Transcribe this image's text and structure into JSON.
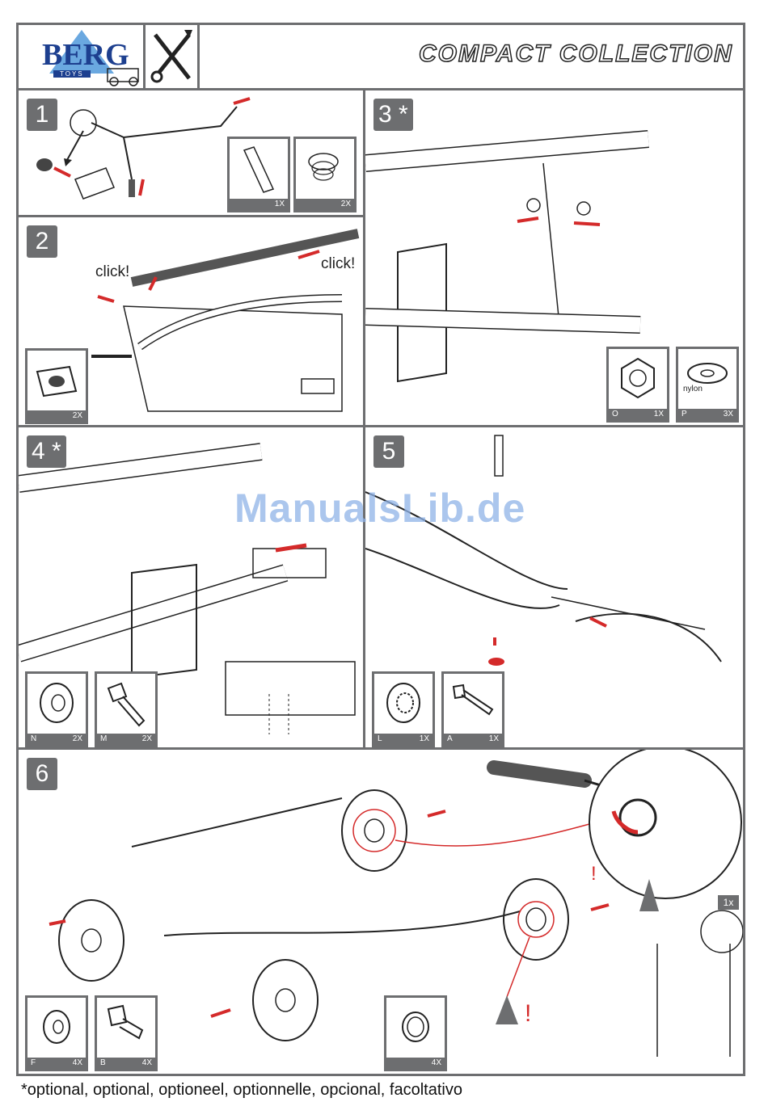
{
  "header": {
    "logo_text": "BERG",
    "logo_sub": "TOYS",
    "title": "COMPACT COLLECTION",
    "logo_colors": {
      "blue": "#1d3f8f",
      "sky": "#6aa8e0"
    }
  },
  "steps": [
    {
      "num": "1",
      "parts": [
        {
          "label": "",
          "qty": "1X",
          "icon": "tube-icon"
        },
        {
          "label": "",
          "qty": "2X",
          "icon": "end-cap-icon"
        }
      ]
    },
    {
      "num": "2",
      "clicks": [
        "click!",
        "click!"
      ],
      "parts": [
        {
          "label": "",
          "qty": "2X",
          "icon": "clip-icon"
        }
      ]
    },
    {
      "num": "3 *",
      "parts": [
        {
          "label": "O",
          "qty": "1X",
          "icon": "nut-icon"
        },
        {
          "label": "P",
          "qty": "3X",
          "icon": "washer-icon",
          "note": "nylon"
        }
      ]
    },
    {
      "num": "4 *",
      "parts": [
        {
          "label": "N",
          "qty": "2X",
          "icon": "washer-icon"
        },
        {
          "label": "M",
          "qty": "2X",
          "icon": "bolt-icon"
        }
      ]
    },
    {
      "num": "5",
      "parts": [
        {
          "label": "L",
          "qty": "1X",
          "icon": "lock-washer-icon"
        },
        {
          "label": "A",
          "qty": "1X",
          "icon": "bolt-icon"
        }
      ]
    },
    {
      "num": "6",
      "parts": [
        {
          "label": "F",
          "qty": "4X",
          "icon": "washer-icon"
        },
        {
          "label": "B",
          "qty": "4X",
          "icon": "bolt-icon"
        },
        {
          "label": "",
          "qty": "4X",
          "icon": "cap-nut-icon"
        }
      ],
      "callout_qty": "1x",
      "warning": "!"
    }
  ],
  "watermark": "ManualsLib.de",
  "footer": "*optional, optional, optioneel, optionnelle, opcional, facoltativo",
  "colors": {
    "frame": "#6d6e70",
    "arrow": "#d42a2a"
  }
}
